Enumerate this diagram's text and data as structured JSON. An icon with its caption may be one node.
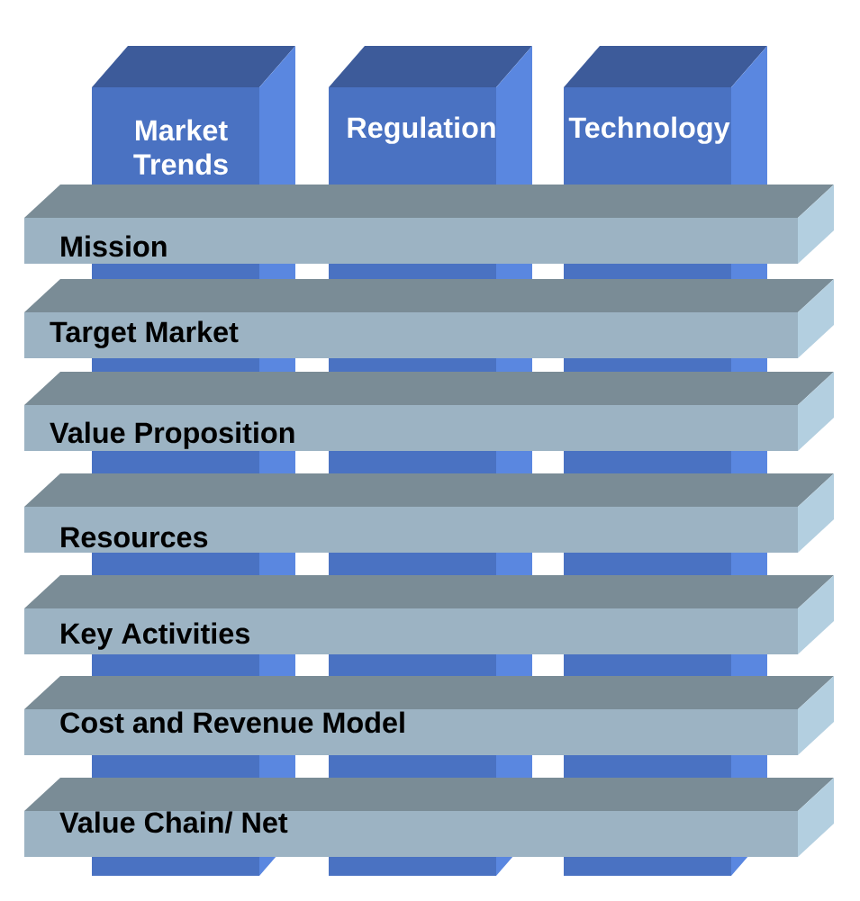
{
  "diagram": {
    "nodes": [
      {
        "text": [
          "Market Trends"
        ]
      },
      {
        "text": [
          "Regulation"
        ]
      },
      {
        "text": [
          "Technology"
        ]
      },
      {
        "text": [
          "Mission"
        ]
      },
      {
        "text": [
          "Target Market"
        ]
      },
      {
        "text": [
          "Value Proposition"
        ]
      },
      {
        "text": [
          "Resources"
        ]
      },
      {
        "text": [
          "Key Activities"
        ]
      },
      {
        "text": [
          "Cost and Revenue Model"
        ]
      },
      {
        "text": [
          "Value Chain/ Net"
        ]
      }
    ]
  }
}
